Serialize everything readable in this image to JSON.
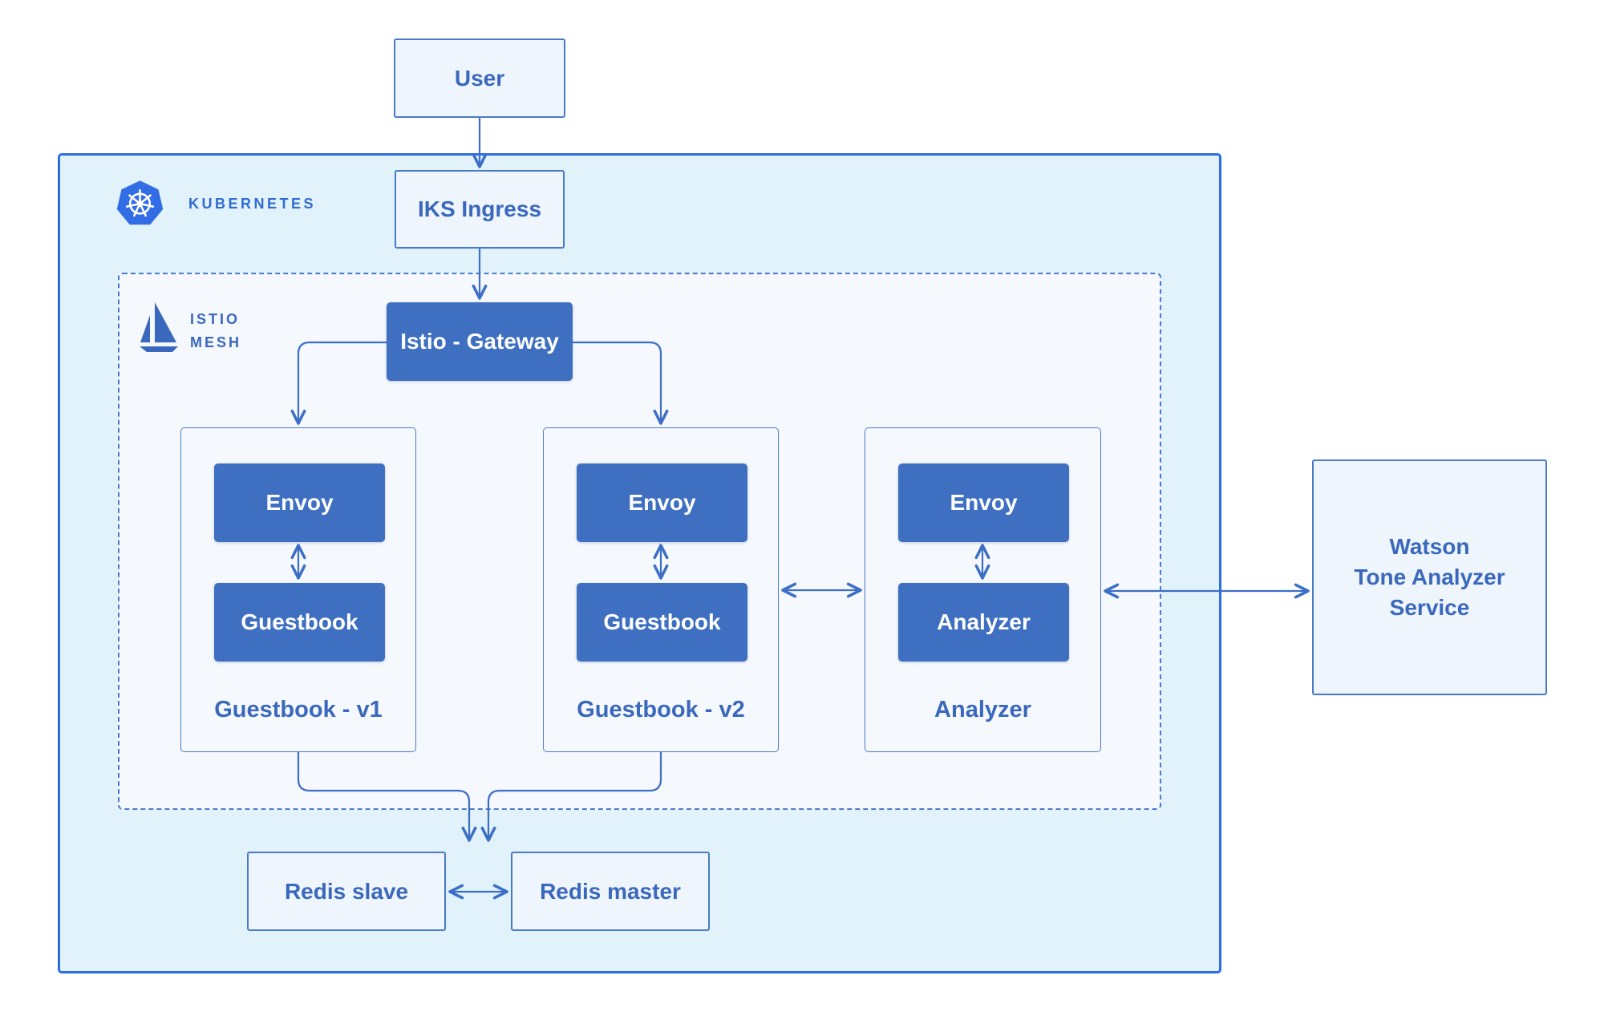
{
  "colors": {
    "page_bg": "#ffffff",
    "cluster_fill": "#e1f2fa",
    "cluster_border": "#2d6de4",
    "mesh_fill": "#f5f8fd",
    "mesh_border": "#4a79cb",
    "box_fill": "#eff5fc",
    "box_border": "#4a79cb",
    "node_fill": "#3e6fc0",
    "node_text": "#ffffff",
    "label_text": "#3a68bc",
    "connector": "#3c6ec6",
    "k8s_logo_fill": "#326de6",
    "k8s_label_text": "#2f6bd2"
  },
  "icons": {
    "kubernetes": "kubernetes-helm-wheel-icon",
    "istio": "istio-sailboat-icon"
  },
  "external": {
    "user_label": "User",
    "watson_lines": [
      "Watson",
      "Tone Analyzer",
      "Service"
    ]
  },
  "kubernetes": {
    "label": "KUBERNETES",
    "ingress_label": "IKS Ingress",
    "redis_slave_label": "Redis slave",
    "redis_master_label": "Redis master",
    "istio_mesh": {
      "label_line1": "ISTIO",
      "label_line2": "MESH",
      "gateway_label": "Istio - Gateway",
      "pods": [
        {
          "sidecar": "Envoy",
          "app": "Guestbook",
          "label": "Guestbook - v1"
        },
        {
          "sidecar": "Envoy",
          "app": "Guestbook",
          "label": "Guestbook - v2"
        },
        {
          "sidecar": "Envoy",
          "app": "Analyzer",
          "label": "Analyzer"
        }
      ]
    }
  }
}
